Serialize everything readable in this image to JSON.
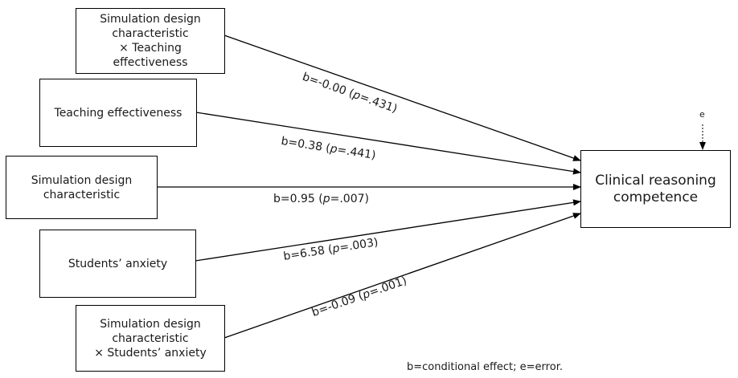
{
  "nodes": {
    "interaction_teaching": {
      "lines": [
        "Simulation design",
        "characteristic",
        "× Teaching",
        "effectiveness"
      ]
    },
    "teaching": {
      "lines": [
        "Teaching effectiveness"
      ]
    },
    "simulation": {
      "lines": [
        "Simulation design",
        "characteristic"
      ]
    },
    "anxiety": {
      "lines": [
        "Students’ anxiety"
      ]
    },
    "interaction_anxiety": {
      "lines": [
        "Simulation design",
        "characteristic",
        "× Students’ anxiety"
      ]
    },
    "outcome": {
      "lines": [
        "Clinical reasoning",
        "competence"
      ]
    }
  },
  "edges": [
    {
      "b": "-0.00",
      "p": ".431"
    },
    {
      "b": "0.38",
      "p": ".441"
    },
    {
      "b": "0.95",
      "p": ".007"
    },
    {
      "b": "6.58",
      "p": ".003"
    },
    {
      "b": "-0.09",
      "p": ".001"
    }
  ],
  "labels": {
    "b_prefix": "b=",
    "p_open": " (",
    "p_symbol": "p",
    "p_equals": "=",
    "p_close": ")"
  },
  "error_label": "e",
  "footnote": "b=conditional effect; e=error."
}
